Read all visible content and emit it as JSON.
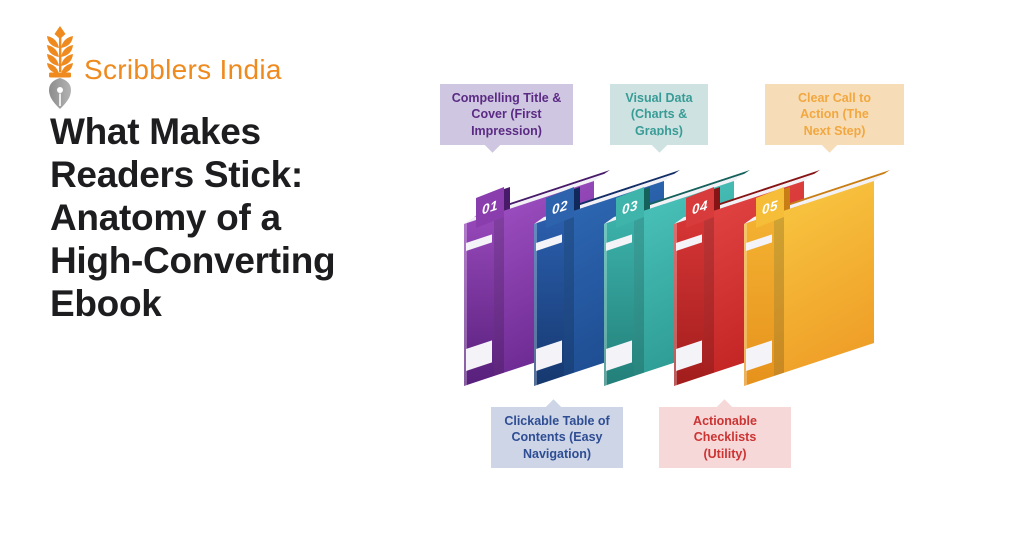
{
  "page": {
    "background_color": "#ffffff"
  },
  "brand": {
    "name": "Scribblers India",
    "color": "#ef8a1f",
    "icon": "wheat-pen-nib",
    "wheat_color": "#ef8a1f",
    "nib_color_light": "#b3b3b3",
    "nib_color_dark": "#8d8d8d"
  },
  "headline": {
    "text": "What Makes\nReaders Stick:\nAnatomy of a\nHigh-Converting\nEbook",
    "color": "#1d1d1f"
  },
  "callouts": [
    {
      "label": "Compelling Title &\nCover (First\nImpression)",
      "bg": "#cfc6e1",
      "fg": "#5b2b84",
      "position": "top"
    },
    {
      "label": "Visual Data\n(Charts &\nGraphs)",
      "bg": "#cee3e1",
      "fg": "#389b96",
      "position": "top"
    },
    {
      "label": "Clear Call to\nAction (The\nNext Step)",
      "bg": "#f6ddb8",
      "fg": "#f2a73f",
      "position": "top"
    },
    {
      "label": "Clickable Table of\nContents (Easy\nNavigation)",
      "bg": "#cdd5e7",
      "fg": "#2e4d93",
      "position": "bottom"
    },
    {
      "label": "Actionable\nChecklists\n(Utility)",
      "bg": "#f6d8d8",
      "fg": "#cc3333",
      "position": "bottom"
    }
  ],
  "books": [
    {
      "number": "01",
      "cover_top": "#a253c6",
      "cover_bottom": "#6d2a92",
      "spine_top": "#9849bb",
      "spine_bottom": "#571f7b",
      "flag": "#8a3eae",
      "stem": "#471b69",
      "rim": "#471b69"
    },
    {
      "number": "02",
      "cover_top": "#2f6ab6",
      "cover_bottom": "#1e4d92",
      "spine_top": "#2b5fae",
      "spine_bottom": "#16386f",
      "flag": "#2d62ac",
      "stem": "#11295a",
      "rim": "#142f66"
    },
    {
      "number": "03",
      "cover_top": "#4cc6be",
      "cover_bottom": "#2e9c94",
      "spine_top": "#3cb3ab",
      "spine_bottom": "#237f79",
      "flag": "#3eb4ab",
      "stem": "#15615c",
      "rim": "#15615c"
    },
    {
      "number": "04",
      "cover_top": "#e54747",
      "cover_bottom": "#c32424",
      "spine_top": "#d83636",
      "spine_bottom": "#a21d1d",
      "flag": "#d73b3b",
      "stem": "#871414",
      "rim": "#871414"
    },
    {
      "number": "05",
      "cover_top": "#f9c943",
      "cover_bottom": "#efa028",
      "spine_top": "#f4b232",
      "spine_bottom": "#e6921c",
      "flag": "#f6bd38",
      "stem": "#c87e14",
      "rim": "#c87e14"
    }
  ],
  "books_style": {
    "pages_color": "#f2f1f6",
    "band_color": "#f4f3f8"
  }
}
